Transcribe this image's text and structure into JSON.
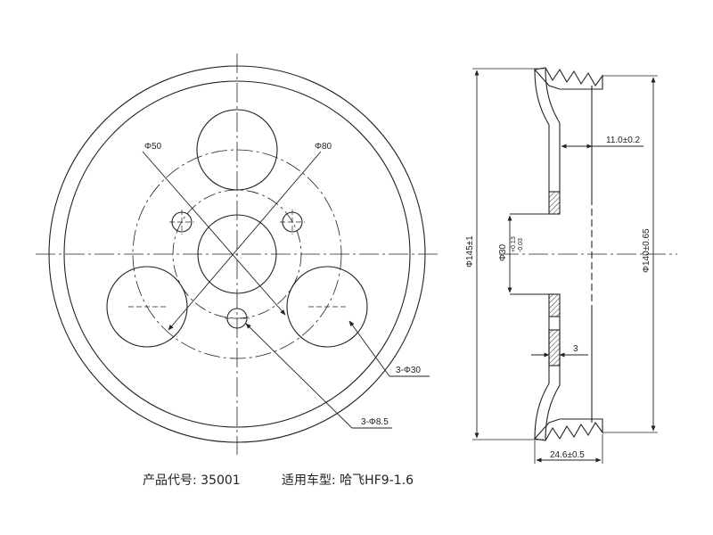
{
  "front_view": {
    "dim_d50": "Φ50",
    "dim_d80": "Φ80",
    "dim_3x30": "3-Φ30",
    "dim_3x8_5": "3-Φ8.5"
  },
  "side_view": {
    "dim_11": "11.0±0.2",
    "dim_145": "Φ145±1",
    "dim_30": "Φ30",
    "dim_30_tol_upper": "+0.13",
    "dim_30_tol_lower": "-0.03",
    "dim_140": "Φ140±0.65",
    "dim_3": "3",
    "dim_24_6": "24.6±0.5"
  },
  "caption": {
    "product_code_label": "产品代号:",
    "product_code": "35001",
    "vehicle_label": "适用车型:",
    "vehicle": "哈飞HF9-1.6"
  }
}
